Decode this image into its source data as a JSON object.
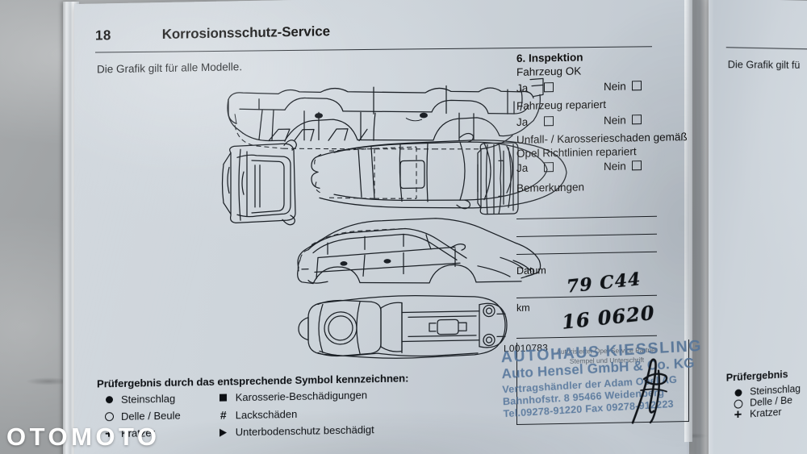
{
  "document": {
    "page_number": "18",
    "title": "Korrosionsschutz-Service",
    "subtitle": "Die Grafik gilt für alle Modelle.",
    "figure_code": "L0010783"
  },
  "inspection": {
    "heading": "6. Inspektion",
    "line_vehicle_ok": "Fahrzeug OK",
    "line_vehicle_repaired": "Fahrzeug repariert",
    "line_accident_1": "Unfall- / Karosserieschaden gemäß",
    "line_accident_2": "Opel Richtlinien repariert",
    "yes_label": "Ja",
    "no_label": "Nein",
    "remarks_label": "Bemerkungen",
    "date_label": "Datum",
    "km_label": "km",
    "date_value": "79 C44",
    "km_value": "16 0620"
  },
  "stamp": {
    "caption_line_1": "Autorisierter Opel Service Partner",
    "caption_line_2": "Stempel und Unterschrift",
    "name": "AUTOHAUS KIESSLING",
    "company": "Auto Hensel GmbH & Co. KG",
    "dealer": "Vertragshändler der Adam Opel AG",
    "address": "Bahnhofstr. 8    95466 Weidenberg",
    "phone": "Tel.09278-91220   Fax 09278-912223",
    "ink_color": "#52749a"
  },
  "legend": {
    "title": "Prüfergebnis durch das entsprechende Symbol kennzeichnen:",
    "left_items": [
      {
        "symbol": "filled-circle",
        "label": "Steinschlag"
      },
      {
        "symbol": "open-circle",
        "label": "Delle / Beule"
      },
      {
        "symbol": "plus",
        "label": "Kratzer"
      }
    ],
    "right_items": [
      {
        "symbol": "filled-square",
        "label": "Karosserie-Beschädigungen"
      },
      {
        "symbol": "hash",
        "label": "Lackschäden"
      },
      {
        "symbol": "triangle",
        "label": "Unterbodenschutz beschädigt"
      }
    ],
    "plus_glyph": "+",
    "hash_glyph": "#"
  },
  "right_page": {
    "subtitle": "Die Grafik gilt fü",
    "legend_title": "Prüfergebnis",
    "items": [
      {
        "symbol": "filled-circle",
        "label": "Steinschlag"
      },
      {
        "symbol": "open-circle",
        "label": "Delle / Be"
      },
      {
        "symbol": "plus",
        "label": "Kratzer"
      }
    ]
  },
  "watermark": {
    "text": "OTOMOTO"
  },
  "colors": {
    "page": "#ccd3da",
    "ink": "#1b2026",
    "background": "#9b9ea0",
    "stamp_blue": "#52749a"
  }
}
